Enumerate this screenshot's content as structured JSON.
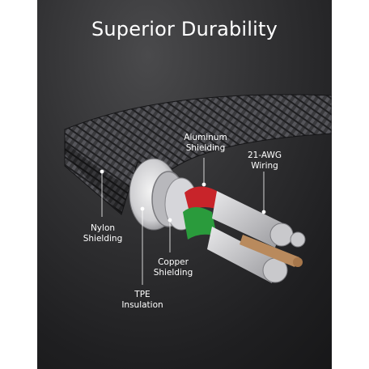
{
  "title": "Superior Durability",
  "labels": {
    "aluminum": [
      "Aluminum",
      "Shielding"
    ],
    "wiring": [
      "21-AWG",
      "Wiring"
    ],
    "nylon": [
      "Nylon",
      "Shielding"
    ],
    "copper": [
      "Copper",
      "Shielding"
    ],
    "tpe": [
      "TPE",
      "Insulation"
    ]
  },
  "colors": {
    "background": "#2b2b2d",
    "red_wire": "#c8242a",
    "green_wire": "#2a9b3c",
    "copper_wire": "#b98a5d",
    "label_text": "#ffffff"
  }
}
